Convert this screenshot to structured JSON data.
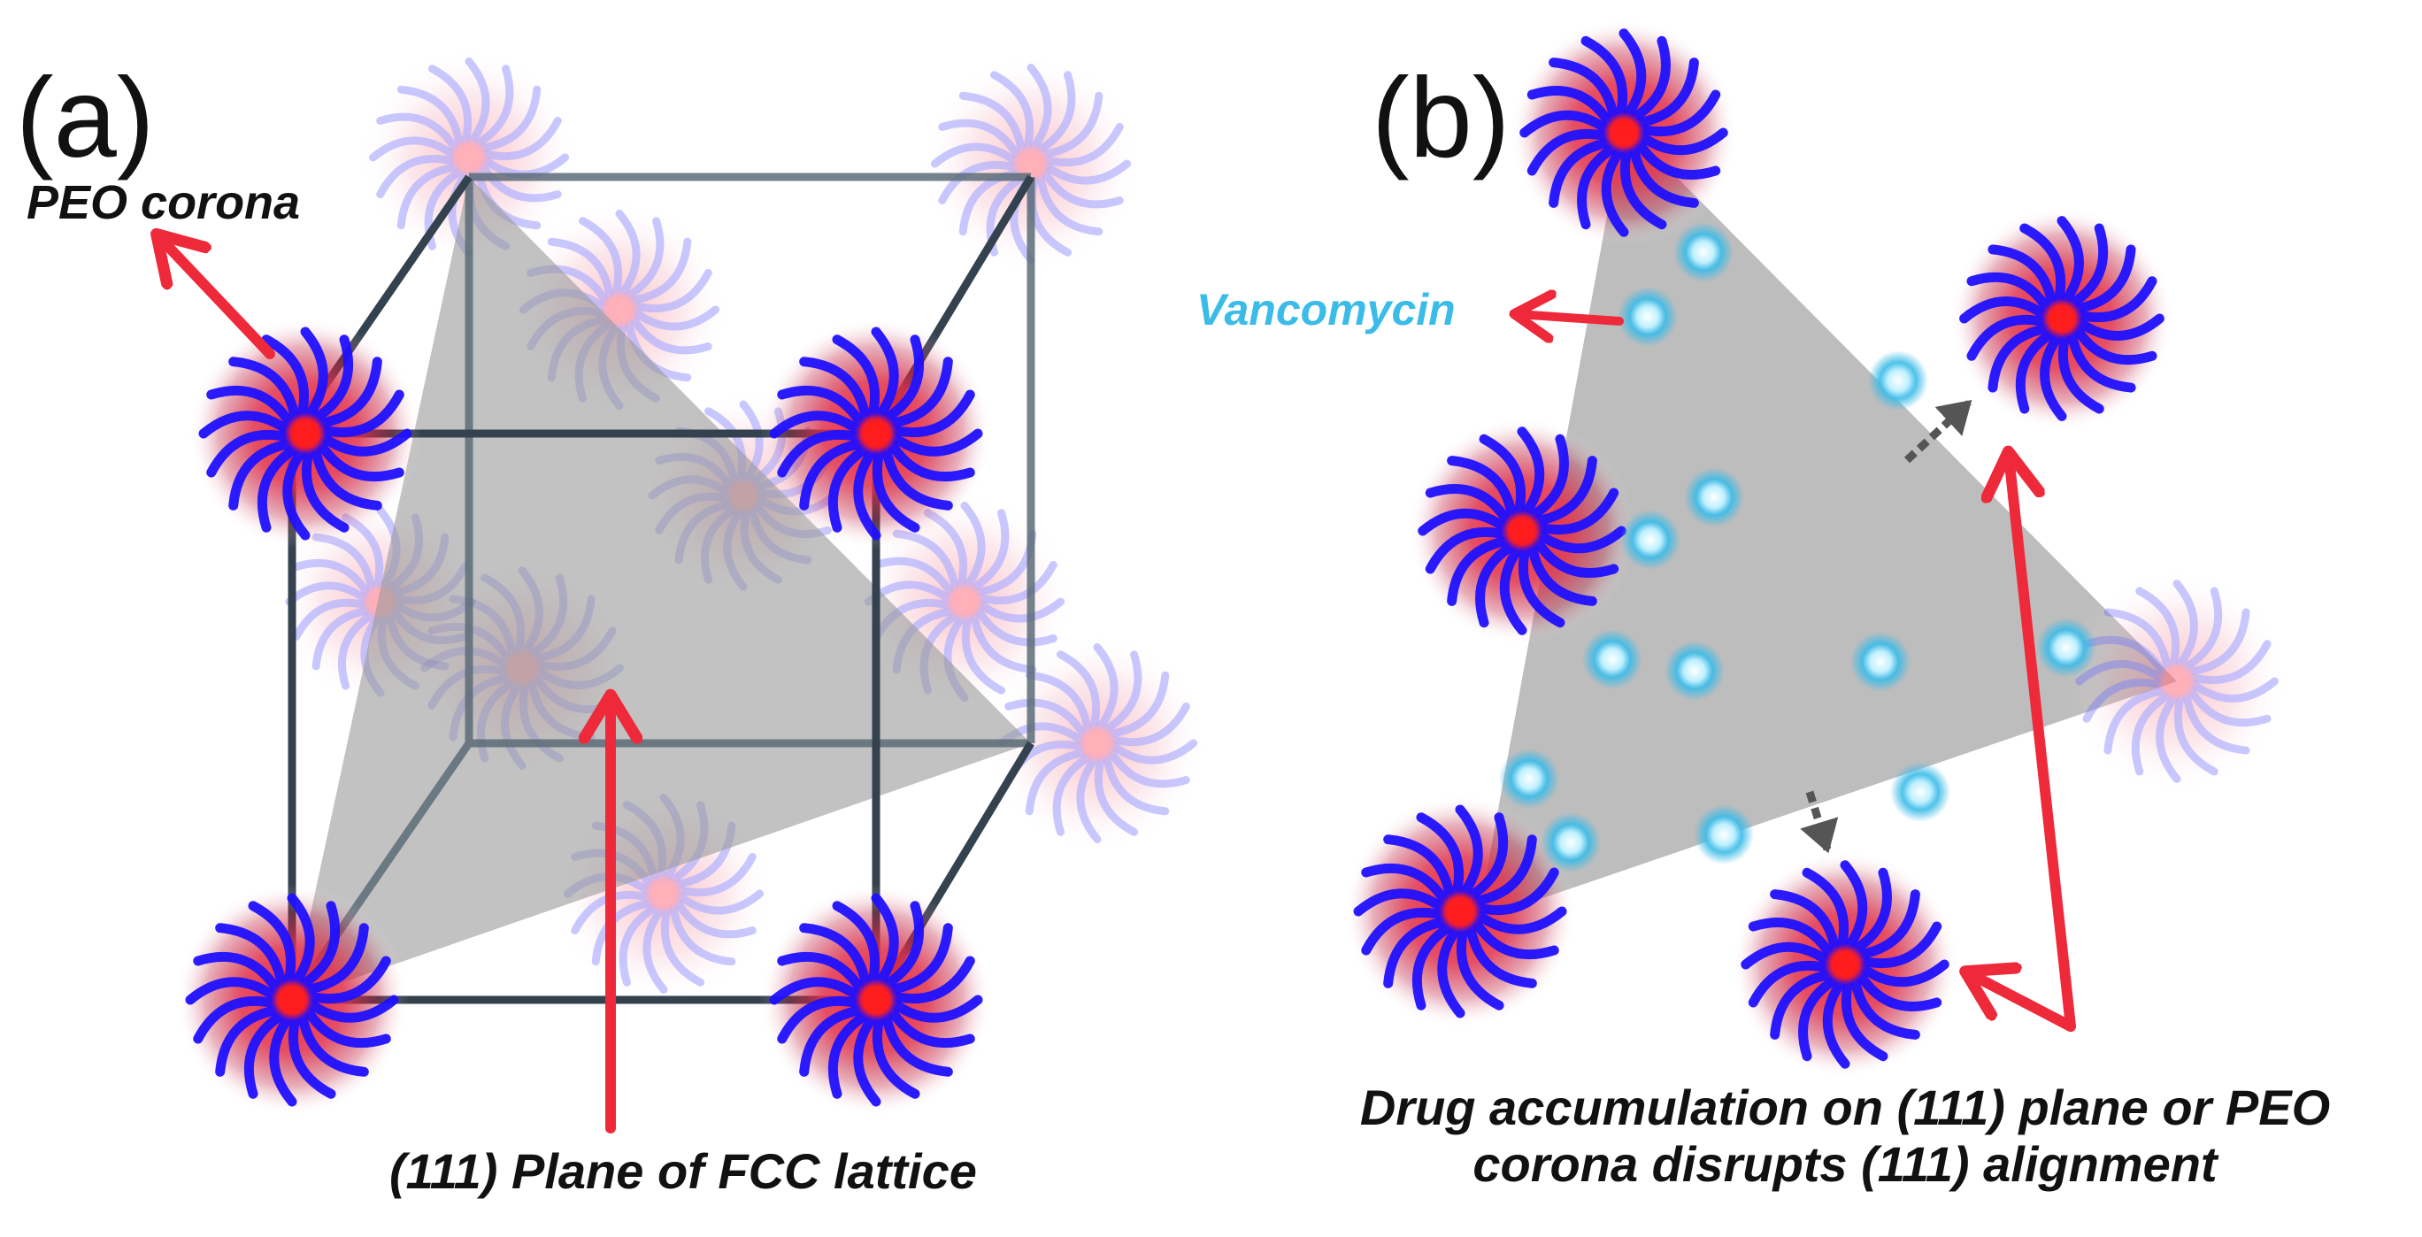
{
  "panel_a": {
    "label": "(a)",
    "corona_label": "PEO corona",
    "plane_label": "(111) Plane of FCC lattice"
  },
  "panel_b": {
    "label": "(b)",
    "drug_label": "Vancomycin",
    "caption_line1": "Drug accumulation on (111) plane or PEO",
    "caption_line2": "corona disrupts (111) alignment"
  },
  "colors": {
    "micelle_core": "#ff1a1a",
    "corona_arm": "#1f10ff",
    "plane_fill": "#9a9a9a",
    "lattice_edge": "#4a5a66",
    "arrow": "#ee2a3a",
    "drug": "#3bbbe8",
    "dotted_arrow": "#555555"
  }
}
